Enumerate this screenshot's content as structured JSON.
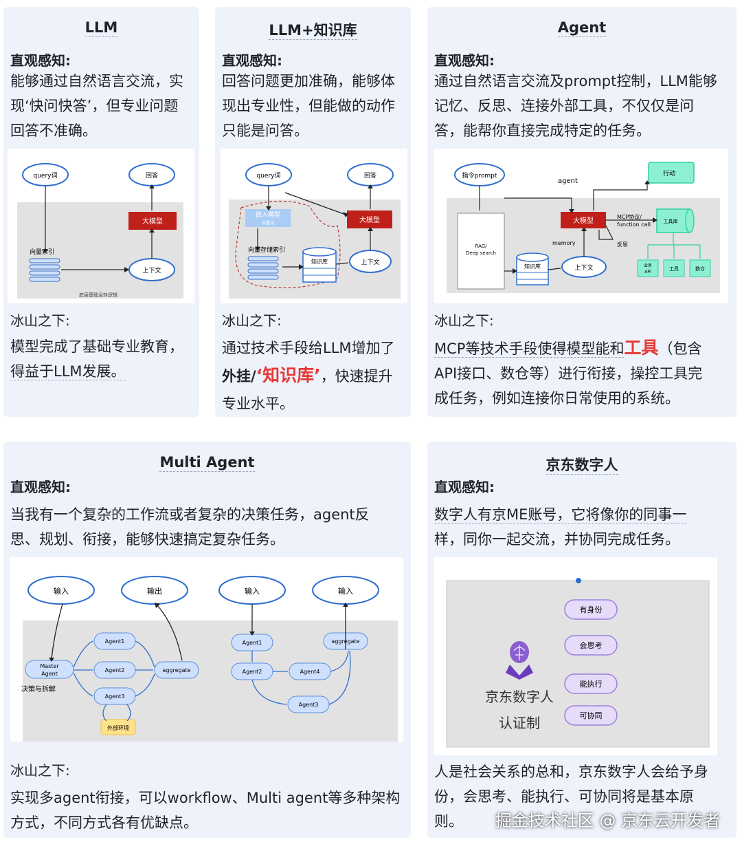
{
  "cards": {
    "llm": {
      "title": "LLM",
      "intuition_label": "直观感知:",
      "intuition_lines": [
        "能够通过自然语言交流，实",
        "现‘快问快答’，但专业问题",
        "回答不准确。"
      ],
      "below_label": "冰山之下:",
      "below_lines": [
        "模型完成了基础专业教育，",
        "得益于LLM发展。"
      ],
      "diagram": {
        "query": "query词",
        "answer": "回答",
        "model": "大模型",
        "index": "向量索引",
        "context": "上下文",
        "caption": "底层基础运转逻辑"
      }
    },
    "llm_kb": {
      "title": "LLM+知识库",
      "intuition_label": "直观感知:",
      "intuition_lines": [
        "回答问题更加准确，能够体",
        "现出专业性，但能做的动作",
        "只能是问答。"
      ],
      "below_label": "冰山之下:",
      "below_line1": "通过技术手段给LLM增加了",
      "below_line2_prefix": "外挂/",
      "below_line2_highlight": "‘知识库’",
      "below_line2_suffix": "，快速提升",
      "below_line3": "专业水平。",
      "diagram": {
        "query": "query词",
        "answer": "回答",
        "embed": "嵌入模型",
        "embed_sub": "向量化",
        "model": "大模型",
        "index": "向量存储索引",
        "kb": "知识库",
        "context": "上下文"
      }
    },
    "agent": {
      "title": "Agent",
      "intuition_label": "直观感知:",
      "intuition_lines": [
        "通过自然语言交流及prompt控制，LLM能够",
        "记忆、反思、连接外部工具，不仅仅是问",
        "答，能帮你直接完成特定的任务。"
      ],
      "below_label": "冰山之下:",
      "below_line1_prefix": "MCP等技术手段使得模型能和",
      "below_line1_highlight": "工具",
      "below_line1_suffix": "（包含",
      "below_line2": "API接口、数仓等）进行衔接，操控工具完",
      "below_line3": "成任务，例如连接你日常使用的系统。",
      "diagram": {
        "prompt": "指令prompt",
        "agent": "agent",
        "action": "行动",
        "rag1": "RAG/",
        "rag2": "Deep search",
        "model": "大模型",
        "mcp1": "MCP协议/",
        "mcp2": "function call",
        "toolbox": "工具库",
        "memory": "memory",
        "reflect": "反思",
        "kb": "知识库",
        "context": "上下文",
        "biz1": "业务",
        "biz2": "API",
        "tool": "工具",
        "warehouse": "数仓"
      }
    },
    "multi_agent": {
      "title": "Multi Agent",
      "intuition_label": "直观感知:",
      "intuition_lines": [
        "当我有一个复杂的工作流或者复杂的决策任务，agent反",
        "思、规划、衔接，能够快速搞定复杂任务。"
      ],
      "below_label": "冰山之下:",
      "below_lines": [
        "实现多agent衔接，可以workflow、Multi agent等多种架构",
        "方式，不同方式各有优缺点。"
      ],
      "diagram": {
        "input": "输入",
        "output": "输出",
        "master1": "Master",
        "master2": "Agent",
        "decide": "决策与拆解",
        "agent1": "Agent1",
        "agent2": "Agent2",
        "agent3": "Agent3",
        "agent4": "Agent4",
        "aggregate": "aggregate",
        "external": "外部环境"
      }
    },
    "jd_human": {
      "title": "京东数字人",
      "intuition_label": "直观感知:",
      "intuition_lines": [
        "数字人有京ME账号，它将像你的同事一",
        "样，同你一起交流，并协同完成任务。"
      ],
      "below_lines": [
        "人是社会关系的总和，京东数字人会给予身",
        "份，会思考、能执行、可协同将是基本原",
        "则。"
      ],
      "diagram": {
        "name1": "京东数字人",
        "name2": "认证制",
        "pills": [
          "有身份",
          "会思考",
          "能执行",
          "可协同"
        ]
      }
    }
  },
  "watermark": "掘金技术社区 @ 京东云开发者",
  "colors": {
    "card_bg": "#eef2fb",
    "red": "#e53935",
    "model_red": "#c0201a",
    "ellipse_blue": "#2f6fd0",
    "teal": "#2fd0a5"
  }
}
